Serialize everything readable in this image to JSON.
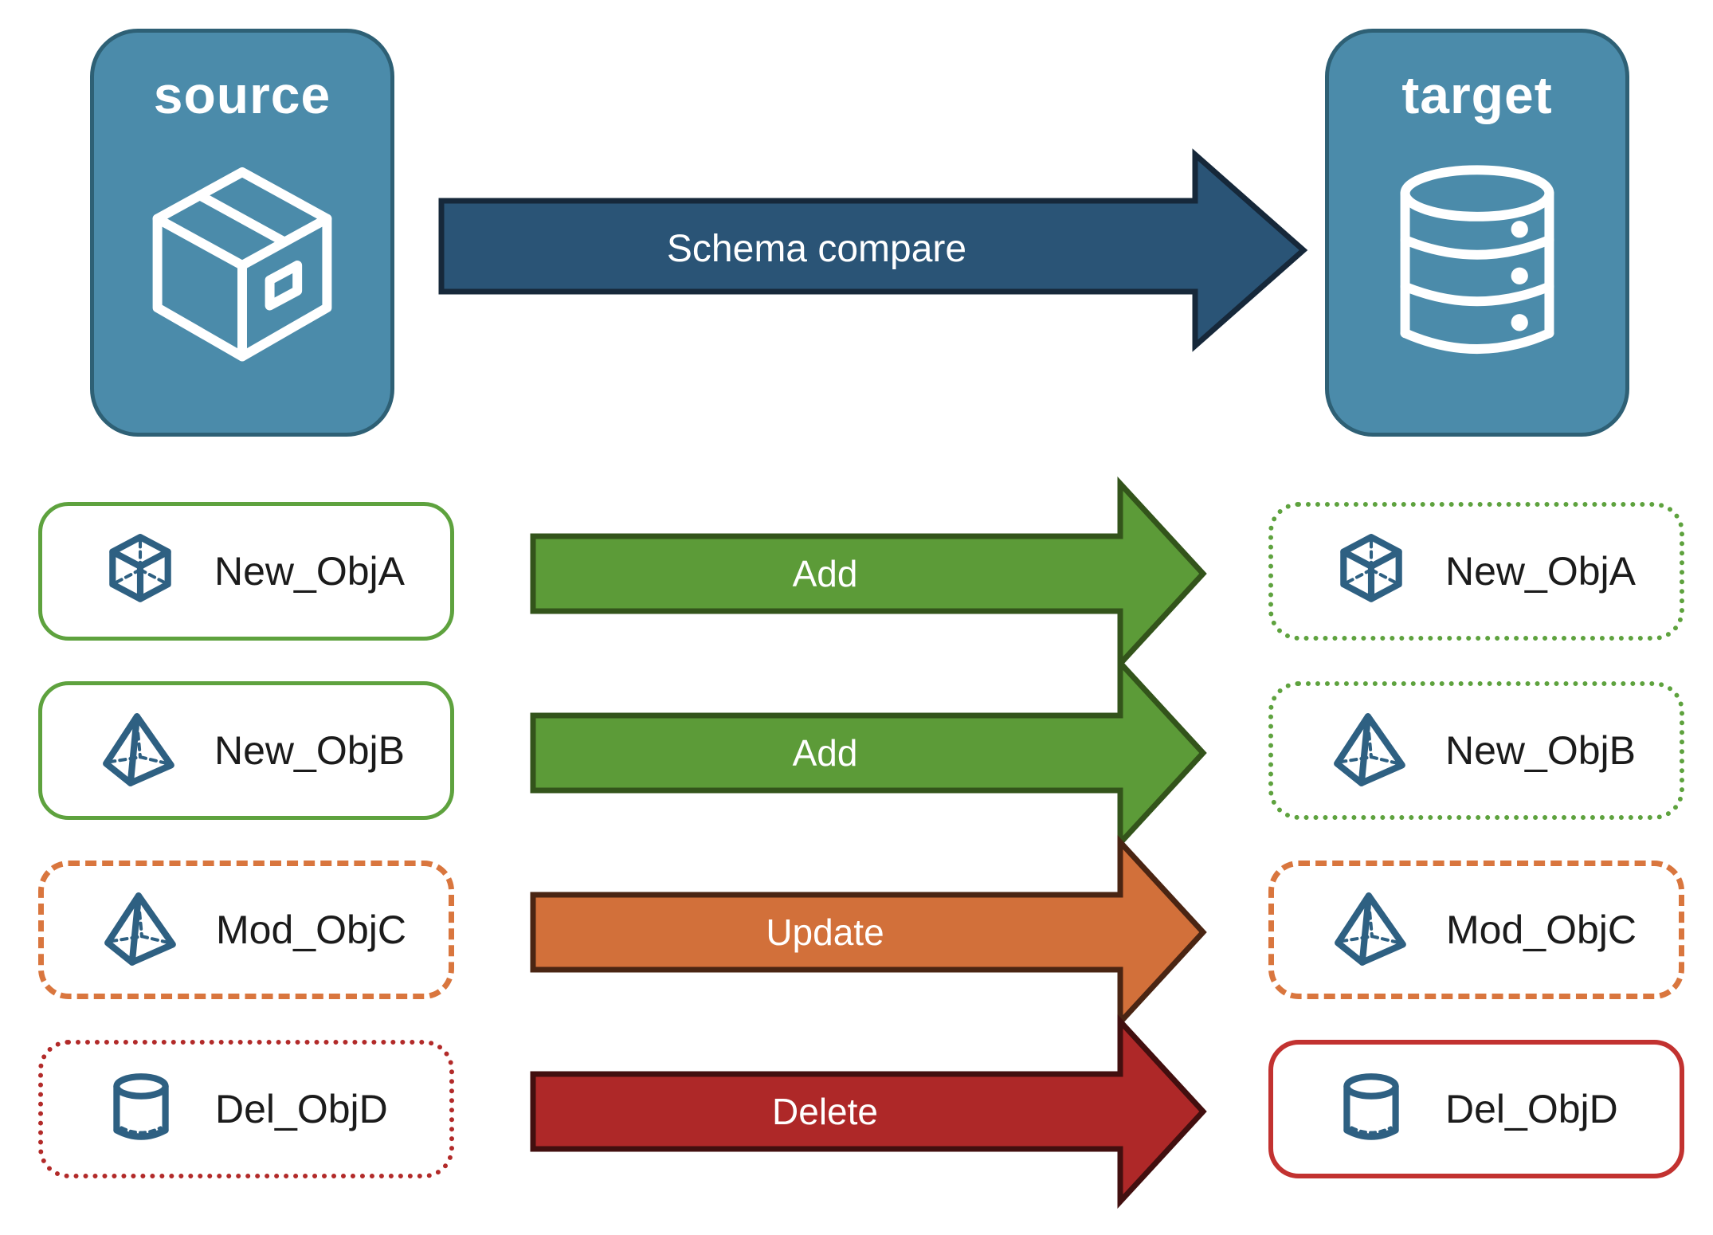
{
  "palette": {
    "node_blue": "#4B8BAA",
    "node_blue_border": "#2E6075",
    "icon_blue": "#2E6082",
    "arrow_blue": "#2A5476",
    "arrow_blue_dark": "#16283A",
    "green": "#5C9B38",
    "green_dark": "#33541B",
    "green_box_border": "#5EA23E",
    "orange": "#D2703A",
    "orange_dark": "#4A2513",
    "orange_box_border": "#D9763E",
    "red": "#AE2828",
    "red_dark": "#420F0F",
    "red_box_solid": "#C23230",
    "red_box_dotted": "#B22A29",
    "label_color": "#1B1B1B"
  },
  "header": {
    "source": {
      "label": "source",
      "icon": "package-icon"
    },
    "arrow": {
      "label": "Schema compare"
    },
    "target": {
      "label": "target",
      "icon": "database-icon"
    }
  },
  "rows": [
    {
      "label": "New_ObjA",
      "icon": "cube-icon",
      "action": "Add",
      "source_border": "solid-green",
      "target_border": "dotted-green"
    },
    {
      "label": "New_ObjB",
      "icon": "pyramid-icon",
      "action": "Add",
      "source_border": "solid-green",
      "target_border": "dotted-green"
    },
    {
      "label": "Mod_ObjC",
      "icon": "pyramid-icon",
      "action": "Update",
      "source_border": "dashed-orange",
      "target_border": "dashed-orange"
    },
    {
      "label": "Del_ObjD",
      "icon": "cylinder-icon",
      "action": "Delete",
      "source_border": "dotted-red",
      "target_border": "solid-red"
    }
  ]
}
